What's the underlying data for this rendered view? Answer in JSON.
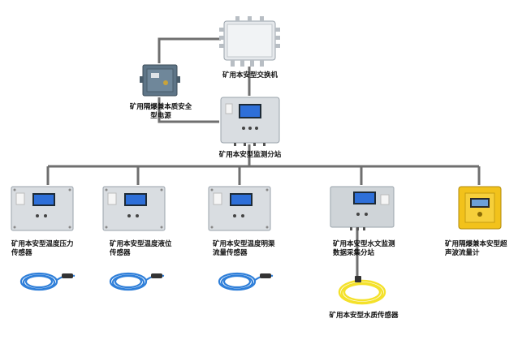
{
  "diagram": {
    "nodes": {
      "switch": {
        "label": "矿用本安型交换机"
      },
      "power": {
        "label": "矿用隔爆兼本质安全\n型电源"
      },
      "substation": {
        "label": "矿用本安型监测分站"
      },
      "temp_pressure": {
        "label": "矿用本安型温度压力\n传感器"
      },
      "temp_level": {
        "label": "矿用本安型温度液位\n传感器"
      },
      "temp_channel": {
        "label": "矿用本安型温度明渠\n流量传感器"
      },
      "hydro_station": {
        "label": "矿用本安型水文监测\n数据采集分站"
      },
      "ultrasonic": {
        "label": "矿用隔爆兼本安型超\n声波流量计"
      },
      "water_quality": {
        "label": "矿用本安型水质传感器"
      }
    },
    "colors": {
      "wire": "#6f6f6f",
      "enclosure": "#d9dde1",
      "enclosure_edge": "#9aa3ab",
      "lcd_blue": "#2e6fd8",
      "power_box": "#5e7587",
      "yellow_box": "#f2c21b",
      "cable_blue": "#2f7fd9",
      "cable_yellow": "#f4e12a"
    }
  }
}
